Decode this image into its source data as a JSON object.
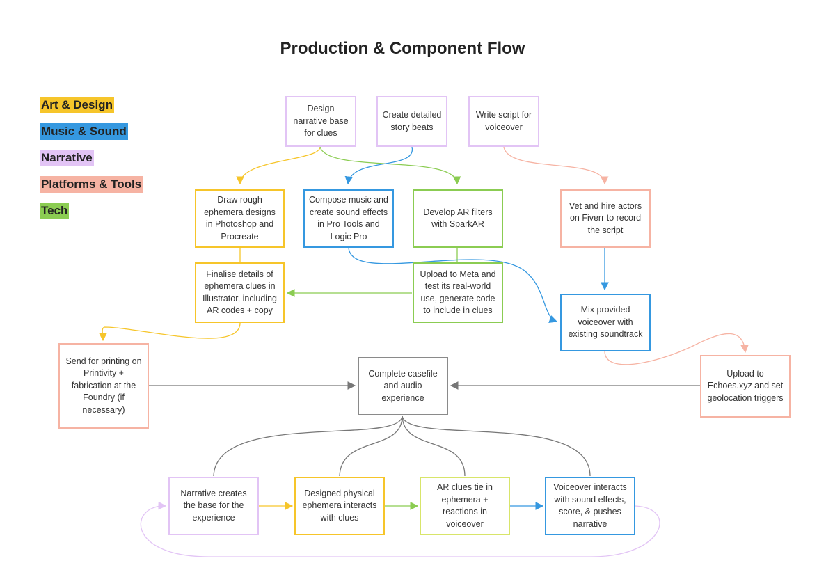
{
  "title": "Production & Component Flow",
  "colors": {
    "art_design": "#f6c52a",
    "music_sound": "#3598e0",
    "narrative": "#e2c4f5",
    "platforms_tools": "#f6b3a3",
    "tech": "#8bcc52",
    "ar_clues": "#d8e56a",
    "hub": "#8a8a8a"
  },
  "legend": [
    {
      "label": "Art & Design",
      "color": "#f6c52a"
    },
    {
      "label": "Music & Sound",
      "color": "#3598e0"
    },
    {
      "label": "Narrative",
      "color": "#e2c4f5"
    },
    {
      "label": "Platforms & Tools",
      "color": "#f6b3a3"
    },
    {
      "label": "Tech",
      "color": "#8bcc52"
    }
  ],
  "nodes": {
    "design_narrative": "Design narrative base for clues",
    "story_beats": "Create detailed story beats",
    "write_script": "Write script for voiceover",
    "draw_ephemera": "Draw rough ephemera designs in Photoshop and Procreate",
    "compose_music": "Compose music and create sound effects in Pro Tools and Logic Pro",
    "develop_ar": "Develop AR filters with SparkAR",
    "hire_actors": "Vet and hire actors on Fiverr to record the script",
    "finalise_clues": "Finalise details of ephemera clues in Illustrator, including AR codes + copy",
    "upload_meta": "Upload to Meta and test its real-world use, generate code to include in clues",
    "mix_voiceover": "Mix provided voiceover with existing soundtrack",
    "send_printing": "Send for printing on Printivity + fabrication at the Foundry (if necessary)",
    "complete_casefile": "Complete casefile and audio experience",
    "upload_echoes": "Upload to Echoes.xyz and set geolocation triggers",
    "narrative_base": "Narrative creates the base for the experience",
    "physical_ephemera": "Designed physical ephemera interacts with clues",
    "ar_clues": "AR clues tie in ephemera + reactions in voiceover",
    "voiceover_interacts": "Voiceover interacts with sound effects, score, & pushes narrative"
  }
}
